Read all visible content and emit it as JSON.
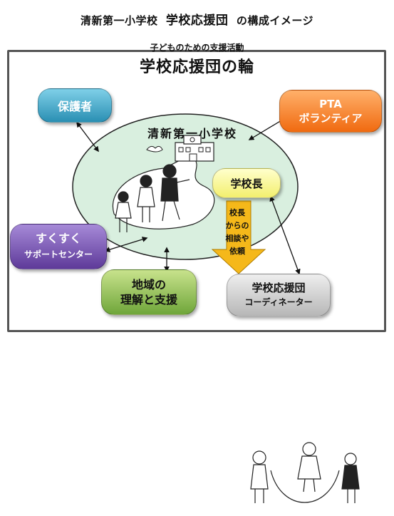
{
  "header": {
    "title_left": "清新第一小学校",
    "title_main": "学校応援団",
    "title_right": "の構成イメージ"
  },
  "diagram": {
    "subtitle": "子どものための支援活動",
    "banner": "学校応援団の輪",
    "school_name": "清新第一小学校",
    "nodes": {
      "guardian": "保護者",
      "pta_line1": "PTA",
      "pta_line2": "ボランティア",
      "principal": "学校長",
      "sukusuku_line1": "すくすく",
      "sukusuku_line2": "サポートセンター",
      "community_line1": "地域の",
      "community_line2": "理解と支援",
      "coord_line1": "学校応援団",
      "coord_line2": "コーディネーター"
    },
    "consult_label": [
      "校長",
      "からの",
      "相談や",
      "依頼"
    ]
  },
  "colors": {
    "circle_fill": "#d9efdf",
    "guardian": "#3aa3c6",
    "pta": "#f47a1f",
    "principal": "#f6f27a",
    "sukusuku": "#6b46a6",
    "community": "#8cc152",
    "coordinator": "#c8c8c8",
    "consult_arrow": "#f5b81a"
  }
}
